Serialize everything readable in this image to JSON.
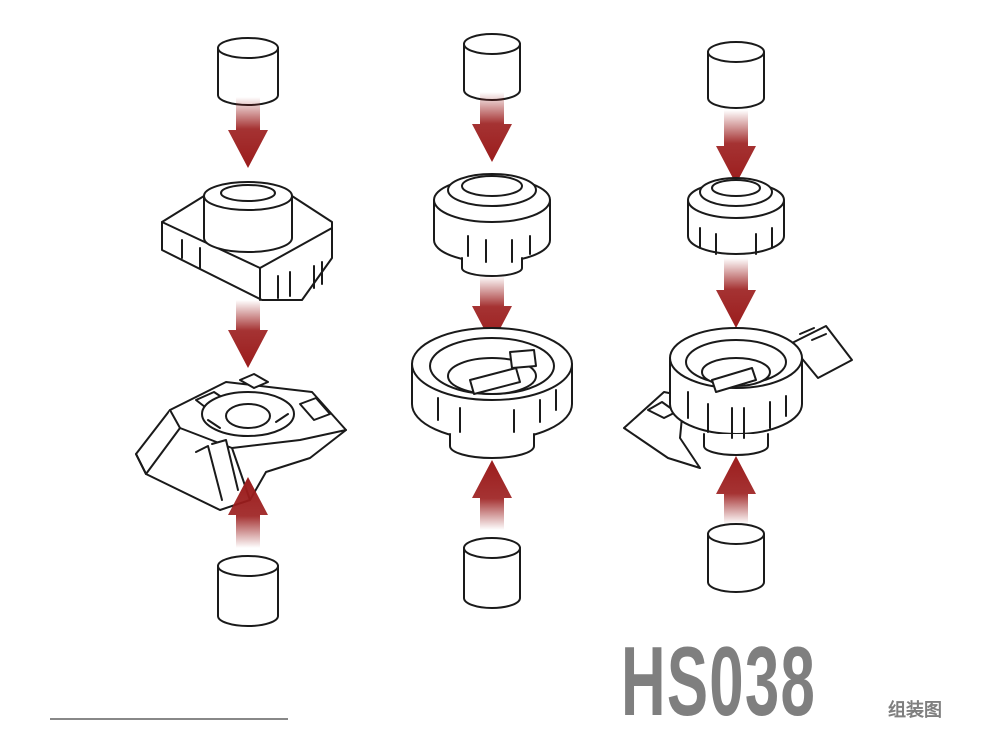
{
  "title": {
    "model": "HS038",
    "caption": "组装图"
  },
  "colors": {
    "arrow": "#9b1c1c",
    "line": "#1a1a1a",
    "title": "#7f7f7f"
  },
  "assemblies": [
    {
      "name": "square-holder",
      "parts": [
        "cylinder-magnet-top",
        "square-cap",
        "square-base",
        "cylinder-magnet-bottom"
      ]
    },
    {
      "name": "round-holder",
      "parts": [
        "cylinder-magnet-top",
        "round-cap",
        "round-base",
        "cylinder-magnet-bottom"
      ]
    },
    {
      "name": "tabbed-holder",
      "parts": [
        "cylinder-magnet-top",
        "round-cap",
        "tabbed-base",
        "cylinder-magnet-bottom"
      ]
    }
  ]
}
